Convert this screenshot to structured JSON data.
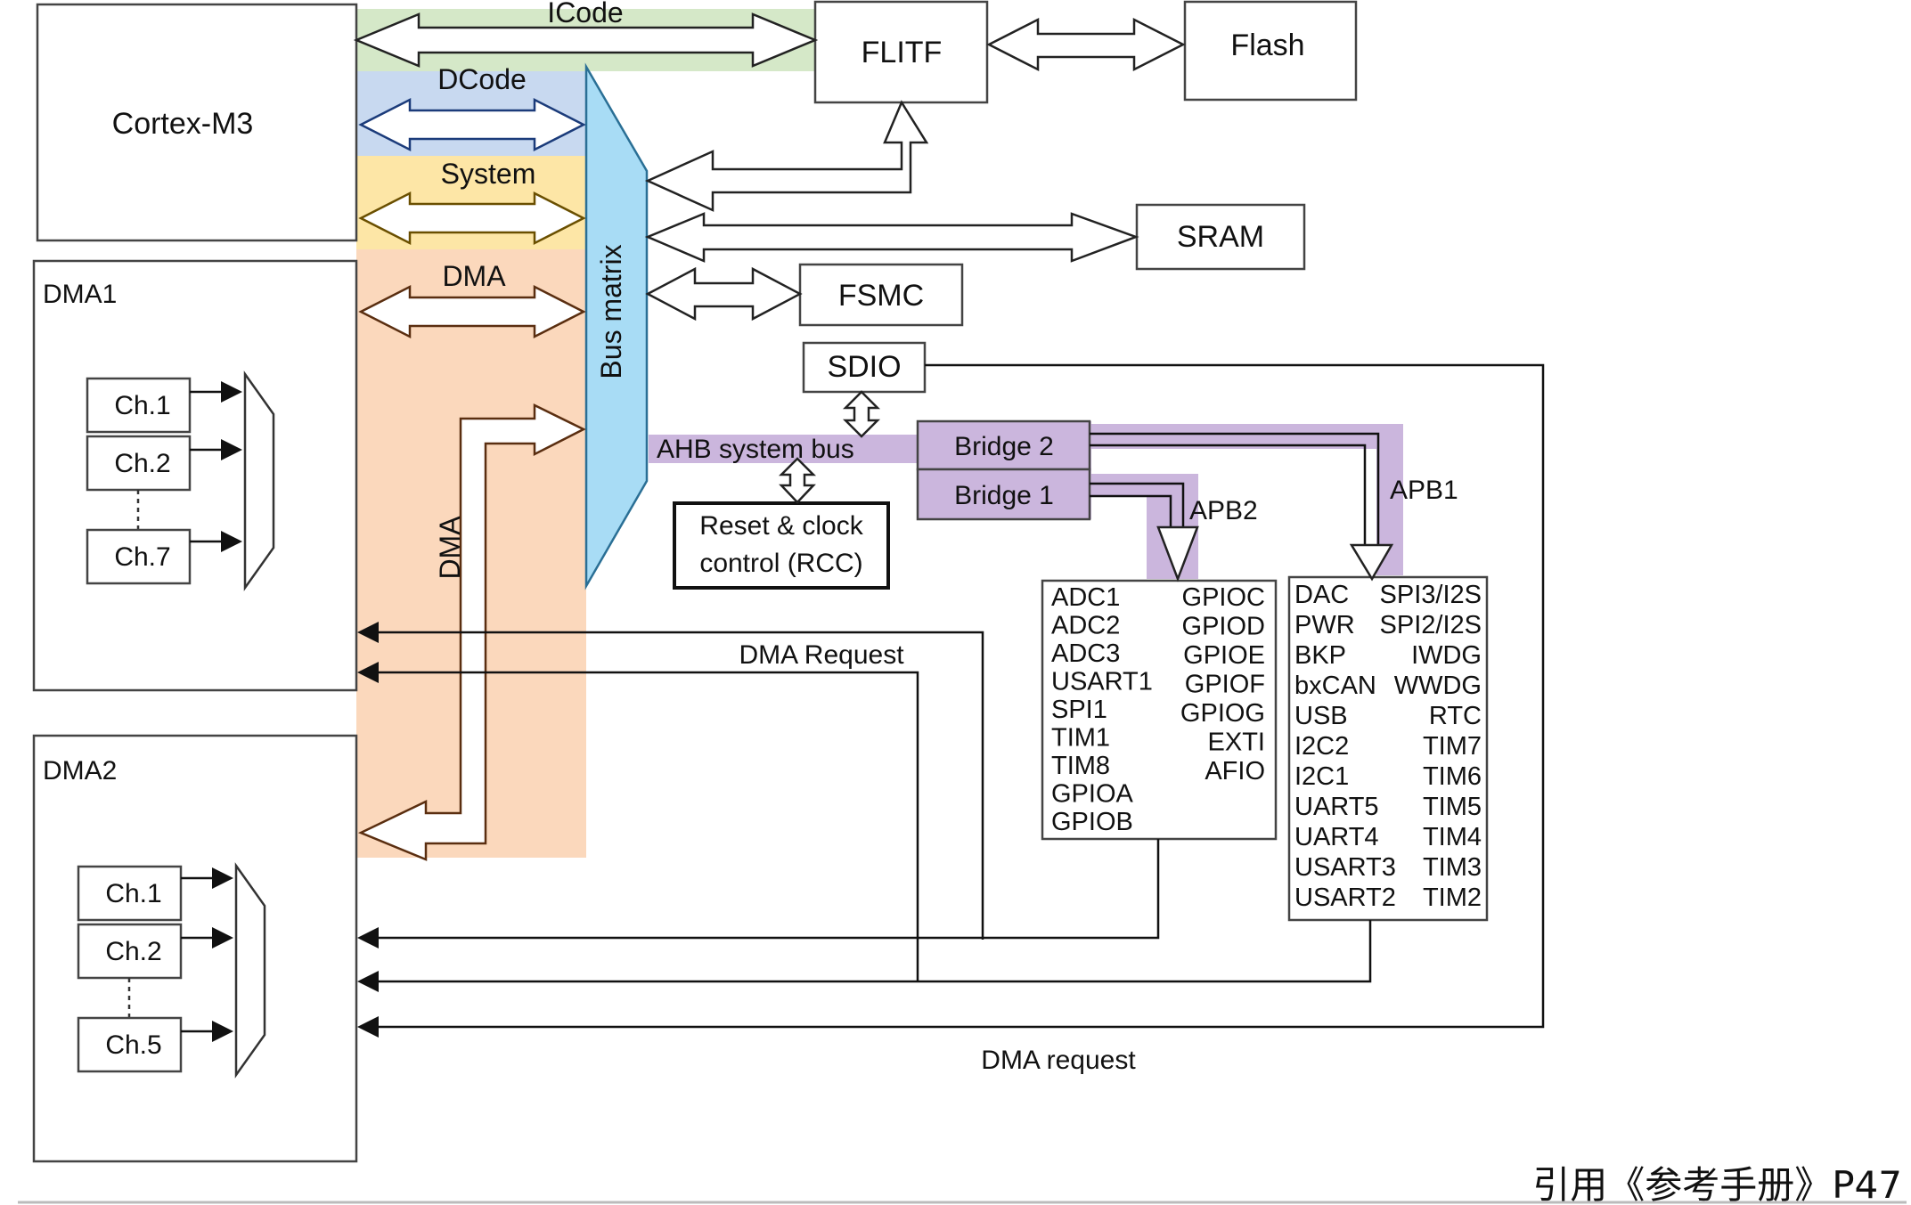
{
  "blocks": {
    "cortex": "Cortex-M3",
    "dma1": "DMA1",
    "dma2": "DMA2",
    "flitf": "FLITF",
    "flash": "Flash",
    "sram": "SRAM",
    "fsmc": "FSMC",
    "sdio": "SDIO",
    "bridge2": "Bridge 2",
    "bridge1": "Bridge 1",
    "rcc_line1": "Reset & clock",
    "rcc_line2": "control (RCC)"
  },
  "buses": {
    "icode": "ICode",
    "dcode": "DCode",
    "system": "System",
    "dma": "DMA",
    "dma_vertical": "DMA",
    "bus_matrix": "Bus matrix",
    "ahb": "AHB system bus",
    "apb2": "APB2",
    "apb1": "APB1"
  },
  "dma1_channels": [
    "Ch.1",
    "Ch.2",
    "Ch.7"
  ],
  "dma2_channels": [
    "Ch.1",
    "Ch.2",
    "Ch.5"
  ],
  "apb2_peripherals": {
    "left": [
      "ADC1",
      "ADC2",
      "ADC3",
      "USART1",
      "SPI1",
      "TIM1",
      "TIM8",
      "GPIOA",
      "GPIOB"
    ],
    "right": [
      "GPIOC",
      "GPIOD",
      "GPIOE",
      "GPIOF",
      "GPIOG",
      "EXTI",
      "AFIO"
    ]
  },
  "apb1_peripherals": {
    "left": [
      "DAC",
      "PWR",
      "BKP",
      "bxCAN",
      "USB",
      "I2C2",
      "I2C1",
      "UART5",
      "UART4",
      "USART3",
      "USART2"
    ],
    "right": [
      "SPI3/I2S",
      "SPI2/I2S",
      "IWDG",
      "WWDG",
      "RTC",
      "TIM7",
      "TIM6",
      "TIM5",
      "TIM4",
      "TIM3",
      "TIM2"
    ]
  },
  "labels": {
    "dma_request_upper": "DMA Request",
    "dma_request_lower": "DMA request",
    "citation": "引用《参考手册》P47"
  },
  "colors": {
    "icode": "#d5e8c8",
    "dcode": "#c8d9f0",
    "system": "#fde6a6",
    "dma": "#fbd8bc",
    "bus_matrix": "#a8dcf5",
    "apb": "#cbb6dd"
  }
}
